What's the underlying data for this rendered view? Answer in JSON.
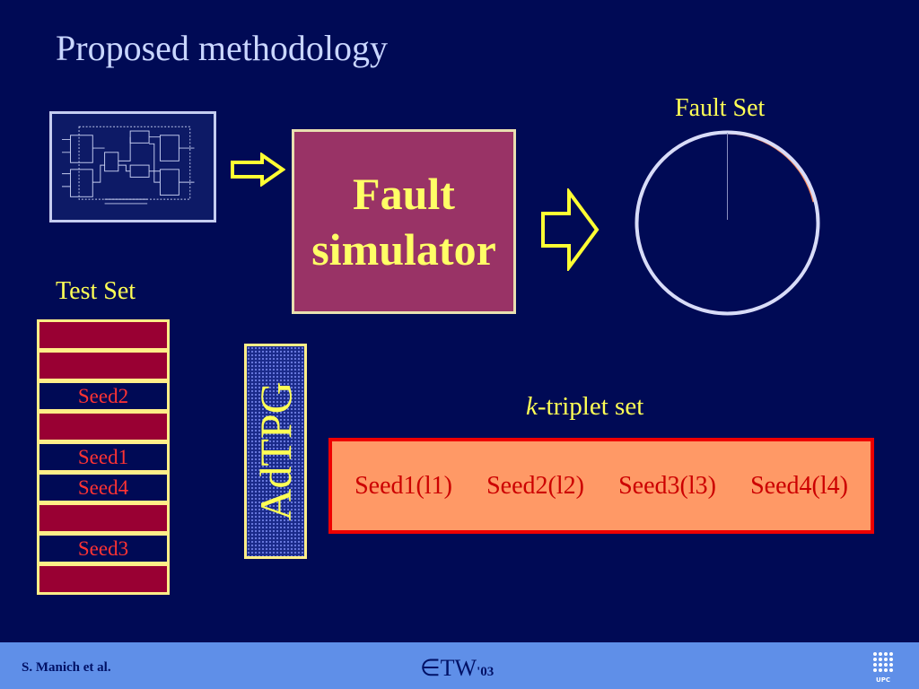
{
  "slide": {
    "title": "Proposed methodology",
    "fault_simulator": {
      "line1": "Fault",
      "line2": "simulator"
    },
    "fault_set": {
      "label": "Fault Set"
    },
    "test_set": {
      "label": "Test Set",
      "rows": [
        "",
        "",
        "Seed2",
        "",
        "Seed1",
        "Seed4",
        "",
        "Seed3",
        ""
      ]
    },
    "adtpg": {
      "label": "AdTPG"
    },
    "triplet": {
      "title_k": "k",
      "title_rest": "-triplet set",
      "items": [
        "Seed1(l1)",
        "Seed2(l2)",
        "Seed3(l3)",
        "Seed4(l4)"
      ]
    }
  },
  "footer": {
    "author": "S. Manich et al.",
    "logo_glyph": "∈TW",
    "logo_year": "'03",
    "upc_logo": "UPC"
  },
  "colors": {
    "background": "#000a55",
    "title": "#c9d6ff",
    "accent_yellow": "#ffff55",
    "fault_sim_fill": "#993366",
    "test_row_fill": "#990033",
    "seed_text": "#ff3333",
    "triplet_fill": "#ff9966",
    "triplet_border": "#ee0000",
    "footer_bar": "#5f8fe8"
  },
  "icons": [
    "circuit-diagram-icon",
    "arrow-right-icon",
    "arrow-right-icon",
    "fault-set-circle-icon",
    "upc-logo-icon"
  ]
}
